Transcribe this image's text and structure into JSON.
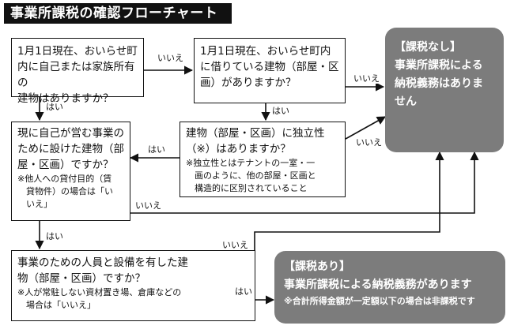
{
  "title": "事業所課税の確認フローチャート",
  "nodes": {
    "q1": {
      "lines": [
        "1月1日現在、おいらせ町",
        "内に自己または家族所有の",
        "建物はありますか？"
      ]
    },
    "q2": {
      "lines": [
        "1月1日現在、おいらせ町内",
        "に借りている建物（部屋・区",
        "画）がありますか？"
      ]
    },
    "q3": {
      "lines": [
        "建物（部屋・区画）に独立性",
        "（※）はありますか？"
      ],
      "note_lines": [
        "※独立性とはテナントの一室・一",
        "画のように、他の部屋・区画と",
        "構造的に区別されていること"
      ]
    },
    "q4": {
      "lines": [
        "現に自己が営む事業の",
        "ために設けた建物（部",
        "屋・区画）ですか？"
      ],
      "note_lines": [
        "※他人への貸付目的（賃",
        "貸物件）の場合は「い",
        "いえ」"
      ]
    },
    "q5": {
      "lines": [
        "事業のための人員と設備を有した建",
        "物（部屋・区画）ですか？"
      ],
      "note_lines": [
        "※人が常駐しない資材置き場、倉庫などの",
        "場合は「いいえ」"
      ]
    }
  },
  "results": {
    "none": {
      "heading": "【課税なし】",
      "lines": [
        "事業所課税による",
        "納税義務はありま",
        "せん"
      ]
    },
    "taxed": {
      "heading": "【課税あり】",
      "body": "事業所課税による納税義務があります",
      "note": "※合計所得金額が一定額以下の場合は非課税です"
    }
  },
  "edge_labels": {
    "q1_q2": "いいえ",
    "q1_q4": "はい",
    "q2_none": "いいえ",
    "q2_q3": "はい",
    "q3_none": "いいえ",
    "q3_q4": "はい",
    "q4_none": "いいえ",
    "q4_q5": "はい",
    "q5_none": "いいえ",
    "q5_taxed": "はい"
  },
  "colors": {
    "result_bg": "#7c7c7c",
    "line": "#111111",
    "title_bg": "#111111"
  }
}
